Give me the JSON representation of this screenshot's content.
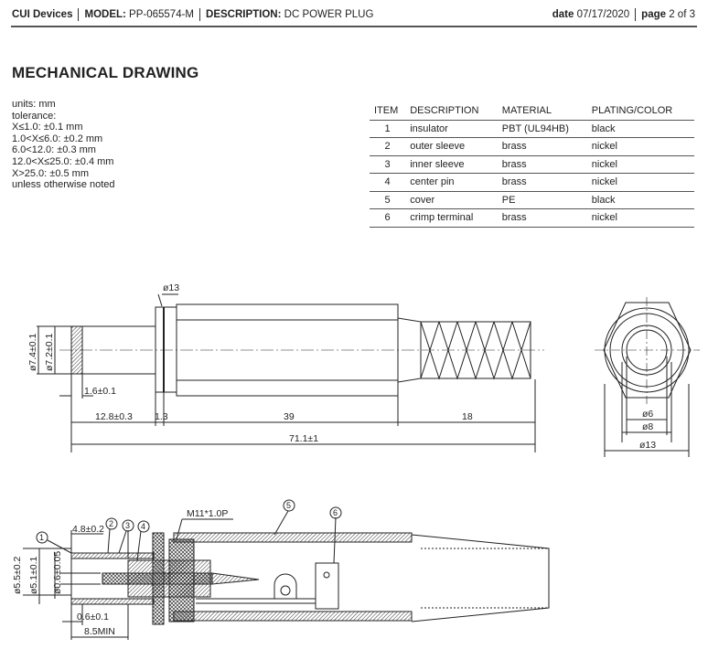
{
  "header": {
    "company": "CUI Devices",
    "model_label": "MODEL:",
    "model": "PP-065574-M",
    "desc_label": "DESCRIPTION:",
    "desc": "DC POWER PLUG",
    "date_label": "date",
    "date": "07/17/2020",
    "page_label": "page",
    "page": "2 of 3"
  },
  "title": "MECHANICAL DRAWING",
  "units": [
    "units: mm",
    "tolerance:",
    "X≤1.0: ±0.1 mm",
    "1.0<X≤6.0: ±0.2 mm",
    "6.0<12.0: ±0.3 mm",
    "12.0<X≤25.0: ±0.4 mm",
    "X>25.0: ±0.5 mm",
    "unless otherwise noted"
  ],
  "table": {
    "headers": [
      "ITEM",
      "DESCRIPTION",
      "MATERIAL",
      "PLATING/COLOR"
    ],
    "rows": [
      [
        "1",
        "insulator",
        "PBT (UL94HB)",
        "black"
      ],
      [
        "2",
        "outer sleeve",
        "brass",
        "nickel"
      ],
      [
        "3",
        "inner sleeve",
        "brass",
        "nickel"
      ],
      [
        "4",
        "center pin",
        "brass",
        "nickel"
      ],
      [
        "5",
        "cover",
        "PE",
        "black"
      ],
      [
        "6",
        "crimp terminal",
        "brass",
        "nickel"
      ]
    ]
  },
  "side_view": {
    "d13": "ø13",
    "d74": "ø7.4±0.1",
    "d72": "ø7.2±0.1",
    "t16": "1.6±0.1",
    "l128": "12.8±0.3",
    "l13": "1.3",
    "l39": "39",
    "l18": "18",
    "l711": "71.1±1"
  },
  "end_view": {
    "d6": "ø6",
    "d8": "ø8",
    "d13": "ø13"
  },
  "section_view": {
    "c1": "1",
    "c2": "2",
    "c3": "3",
    "c4": "4",
    "c5": "5",
    "c6": "6",
    "l48": "4.8±0.2",
    "thread": "M11*1.0P",
    "d55": "ø5.5±0.2",
    "d51": "ø5.1±0.1",
    "d06": "ø0.6±0.05",
    "t06": "0.6±0.1",
    "l85": "8.5MIN"
  }
}
